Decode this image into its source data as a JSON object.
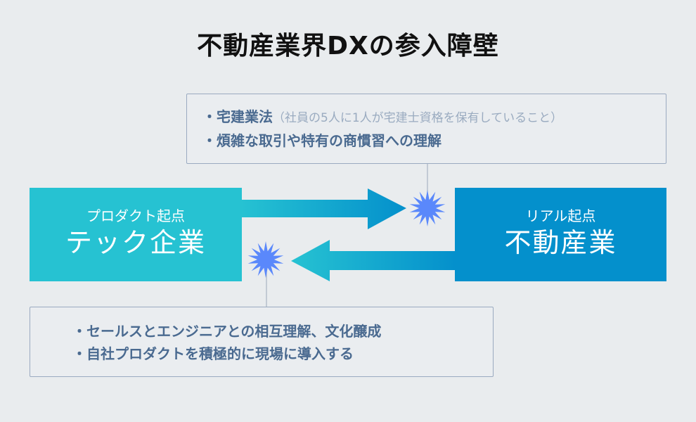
{
  "title": "不動産業界DXの参入障壁",
  "colors": {
    "background": "#e9ecee",
    "tech_box": "#26c2d2",
    "realestate_box": "#0490cc",
    "starburst": "#5a88fb",
    "note_text": "#4a6a90",
    "note_subtext": "#9aabc0",
    "note_border": "#9aaac0"
  },
  "top_note": {
    "line1_main": "・宅建業法",
    "line1_sub": "（社員の5人に1人が宅建士資格を保有していること）",
    "line2": "・煩雑な取引や特有の商慣習への理解"
  },
  "left_box": {
    "subtitle": "プロダクト起点",
    "title": "テック企業"
  },
  "right_box": {
    "subtitle": "リアル起点",
    "title": "不動産業"
  },
  "bottom_note": {
    "line1": "・セールスとエンジニアとの相互理解、文化醸成",
    "line2": "・自社プロダクトを積極的に現場に導入する"
  },
  "icons": {
    "arrow_right": "arrow-right-icon",
    "arrow_left": "arrow-left-icon",
    "starburst": "starburst-icon"
  }
}
